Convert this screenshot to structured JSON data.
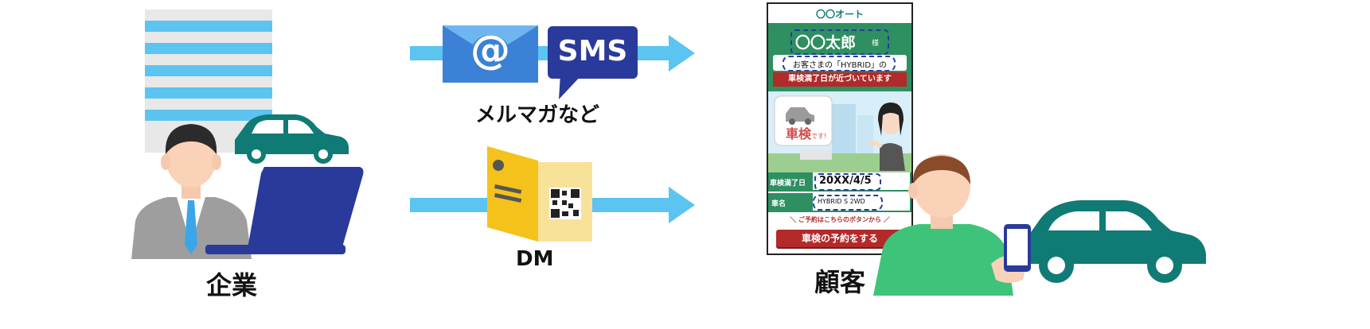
{
  "labels": {
    "company": "企業",
    "customer": "顧客",
    "mail_caption": "メルマガなど",
    "dm": "DM",
    "sms": "SMS",
    "at": "@"
  },
  "phone": {
    "brand": "〇〇オート",
    "name": "〇〇太郎",
    "honorific": "様",
    "car_line": "お客さまの「HYBRID」の",
    "banner": "車検満了日が近づいています",
    "stamp": "車検",
    "stamp_suffix": "です!",
    "expiry_label": "車検満了日",
    "expiry_value": "20XX/4/5",
    "model_label": "車名",
    "model_value": "HYBRID S 2WD",
    "cta_hint": "＼ ご予約はこちらのボタンから ／",
    "cta_button": "車検の予約をする"
  },
  "colors": {
    "arrow": "#5bc4f1",
    "teal_car": "#0f7b74",
    "laptop": "#2a3a9a",
    "envelope": "#3b82d6",
    "sms_bubble": "#2a3a9a",
    "dm_yellow": "#f5c21b",
    "green_shirt": "#3ec47a",
    "banner_red": "#b32a2a"
  }
}
